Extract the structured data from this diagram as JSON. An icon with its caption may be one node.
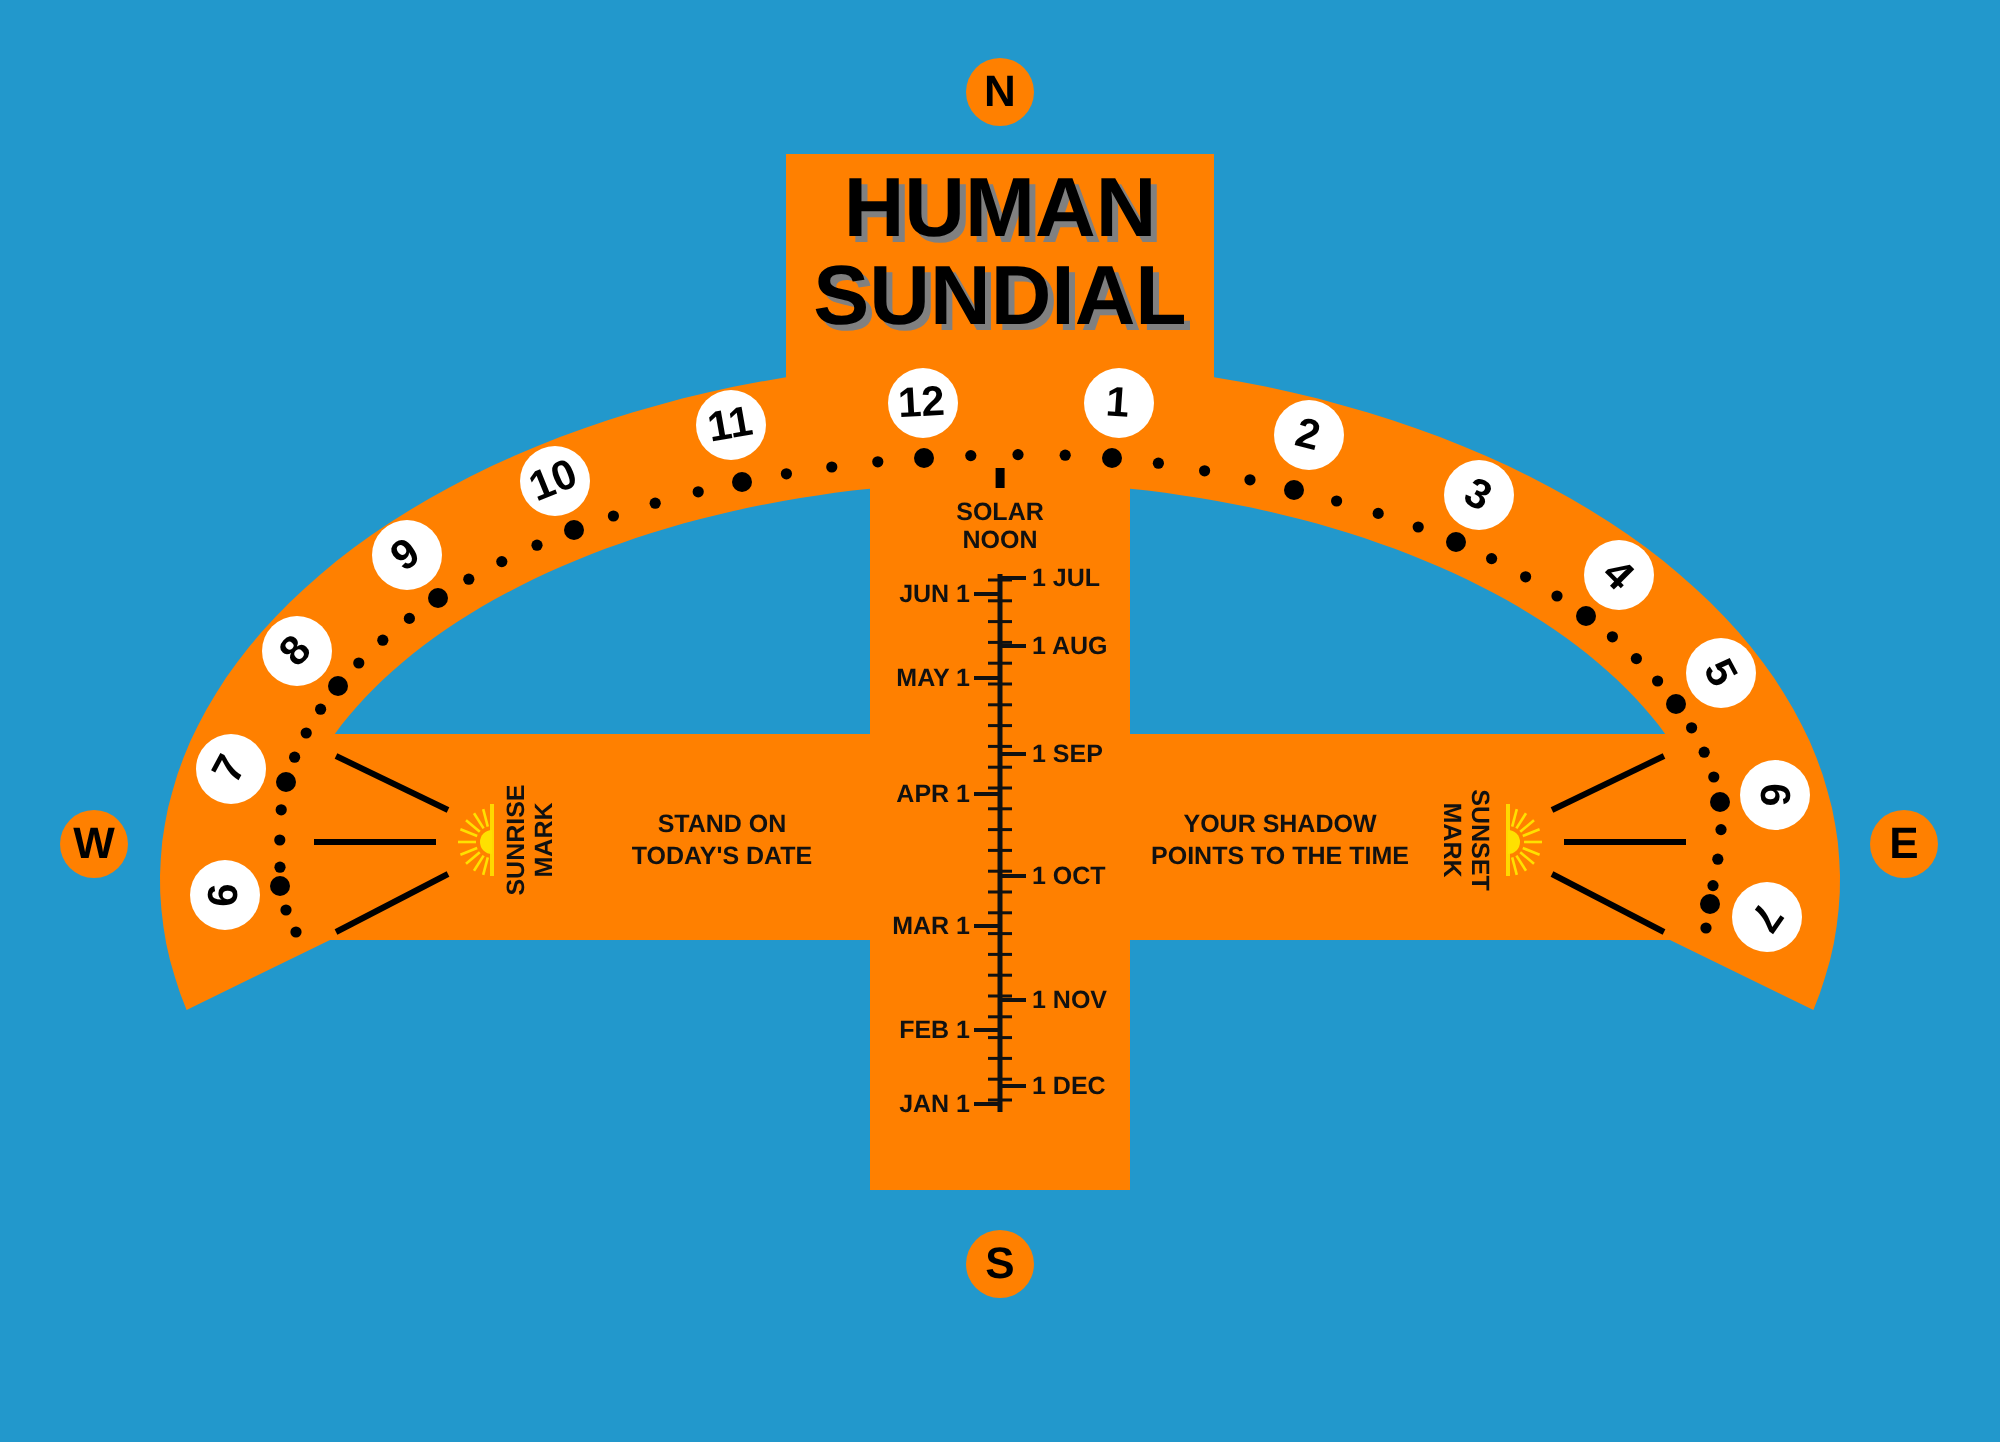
{
  "diagram": {
    "title": "HUMAN SUNDIAL",
    "nodes": [
      {
        "text": [
          "N"
        ]
      },
      {
        "text": [
          "6"
        ]
      },
      {
        "text": [
          "7"
        ]
      },
      {
        "text": [
          "8"
        ]
      },
      {
        "text": [
          "9"
        ]
      },
      {
        "text": [
          "10"
        ]
      },
      {
        "text": [
          "11"
        ]
      },
      {
        "text": [
          "12"
        ]
      },
      {
        "text": [
          "1"
        ]
      },
      {
        "text": [
          "2"
        ]
      },
      {
        "text": [
          "3"
        ]
      },
      {
        "text": [
          "4"
        ]
      },
      {
        "text": [
          "5"
        ]
      },
      {
        "text": [
          "6"
        ]
      },
      {
        "text": [
          "7"
        ]
      },
      {
        "text": [
          "W"
        ]
      },
      {
        "text": [
          "E"
        ]
      },
      {
        "text": [
          "S"
        ]
      }
    ],
    "labels": [
      "SOLAR NOON",
      "1 JUL",
      "JUN 1",
      "1 AUG",
      "MAY 1",
      "1 SEP",
      "APR 1",
      "SUNRISE MARK",
      "STAND ON TODAY'S DATE",
      "YOUR SHADOW POINTS TO THE TIME",
      "SUNSET MARK",
      "1 OCT",
      "MAR 1",
      "1 NOV",
      "FEB 1",
      "1 DEC",
      "JAN 1"
    ]
  }
}
